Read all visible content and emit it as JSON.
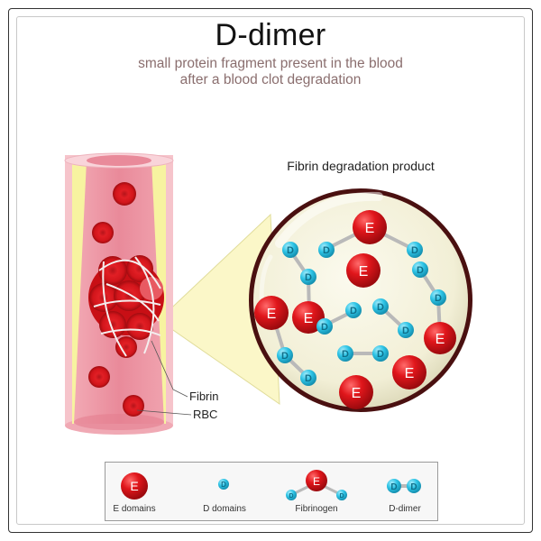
{
  "header": {
    "title": "D-dimer",
    "subtitle_line1": "small protein fragment present in the blood",
    "subtitle_line2": "after a blood clot degradation"
  },
  "illustration": {
    "vessel_labels": {
      "fibrin": "Fibrin",
      "rbc": "RBC"
    },
    "magnified_caption": "Fibrin degradation product",
    "e_symbol": "E",
    "d_symbol": "D"
  },
  "legend": {
    "items": [
      {
        "label": "E domains",
        "icon": "e-domain-icon"
      },
      {
        "label": "D domains",
        "icon": "d-domain-icon"
      },
      {
        "label": "Fibrinogen",
        "icon": "fibrinogen-icon"
      },
      {
        "label": "D-dimer",
        "icon": "d-dimer-icon"
      }
    ]
  },
  "colors": {
    "e_domain": "#e0161b",
    "d_domain": "#2ec4e6",
    "vessel": "#e98a9a",
    "vessel_fat": "#f4f08a",
    "lens_border": "#4a1010",
    "lens_fill": "#f4f1dc",
    "subtitle": "#8a6e6e"
  }
}
